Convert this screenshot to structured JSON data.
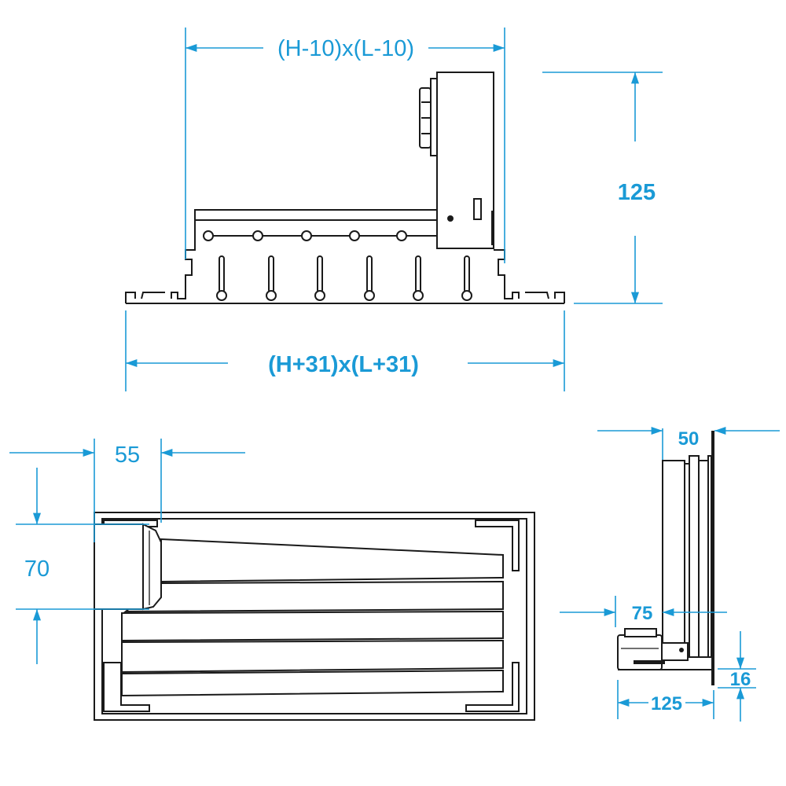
{
  "colors": {
    "dimension": "#1a9ad6",
    "outline": "#1a1a1a"
  },
  "top_view": {
    "inner_size_label": "(H-10)x(L-10)",
    "height_label": "125",
    "outer_size_label": "(H+31)x(L+31)"
  },
  "front_view": {
    "actuator_width_label": "55",
    "actuator_height_label": "70"
  },
  "side_view": {
    "depth_label": "50",
    "actuator_offset_label": "75",
    "flange_label": "16",
    "total_depth_label": "125"
  }
}
